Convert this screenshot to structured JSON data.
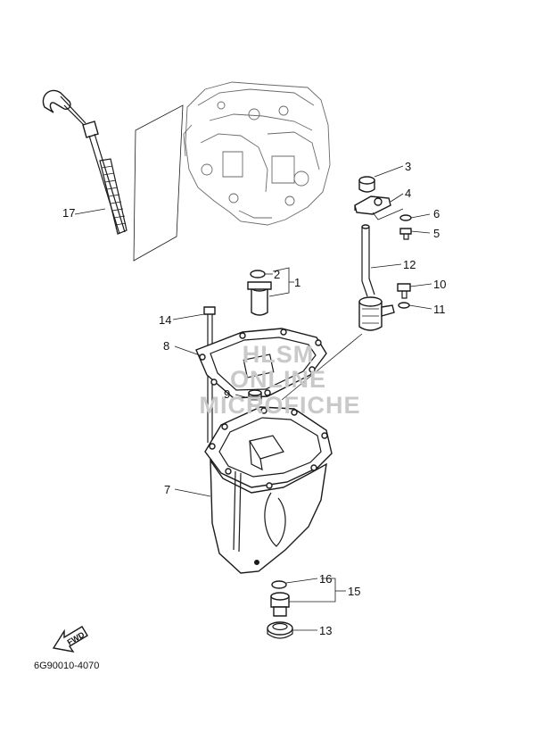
{
  "diagram": {
    "callouts": [
      {
        "label": "1"
      },
      {
        "label": "2"
      },
      {
        "label": "3"
      },
      {
        "label": "4"
      },
      {
        "label": "5"
      },
      {
        "label": "6"
      },
      {
        "label": "7"
      },
      {
        "label": "8"
      },
      {
        "label": "9"
      },
      {
        "label": "10"
      },
      {
        "label": "11"
      },
      {
        "label": "12"
      },
      {
        "label": "13"
      },
      {
        "label": "14"
      },
      {
        "label": "15"
      },
      {
        "label": "16"
      },
      {
        "label": "17"
      }
    ],
    "watermark": [
      "HLSM",
      "ONLINE",
      "MICROFICHE"
    ],
    "arrow_label": "FWD",
    "drawing_code": "6G90010-4070"
  }
}
